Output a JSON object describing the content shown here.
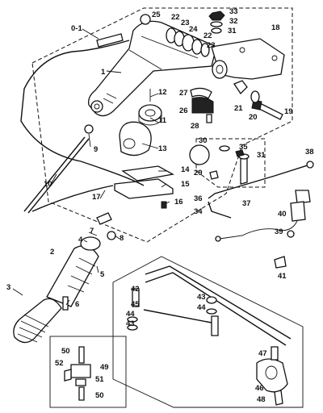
{
  "labels": {
    "l0_1": "0-1",
    "l1": "1",
    "l2": "2",
    "l3": "3",
    "l4": "4",
    "l5": "5",
    "l6": "6",
    "l7": "7",
    "l8": "8",
    "l9": "9",
    "l10": "10",
    "l11": "11",
    "l12": "12",
    "l13": "13",
    "l14": "14",
    "l15": "15",
    "l16": "16",
    "l17": "17",
    "l18": "18",
    "l19": "19",
    "l20": "20",
    "l21": "21",
    "l22a": "22",
    "l22b": "22",
    "l23a": "23",
    "l23b": "23",
    "l24": "24",
    "l25": "25",
    "l26": "26",
    "l27": "27",
    "l28": "28",
    "l29": "29",
    "l30": "30",
    "l31a": "31",
    "l31b": "31",
    "l32": "32",
    "l33": "33",
    "l34": "34",
    "l35": "35",
    "l36": "36",
    "l37": "37",
    "l38": "38",
    "l39": "39",
    "l40": "40",
    "l41": "41",
    "l42": "42",
    "l43a": "43",
    "l43b": "43",
    "l44a": "44",
    "l44b": "44",
    "l45": "45",
    "l46": "46",
    "l47": "47",
    "l48": "48",
    "l49": "49",
    "l50a": "50",
    "l50b": "50",
    "l51": "51",
    "l52": "52"
  }
}
